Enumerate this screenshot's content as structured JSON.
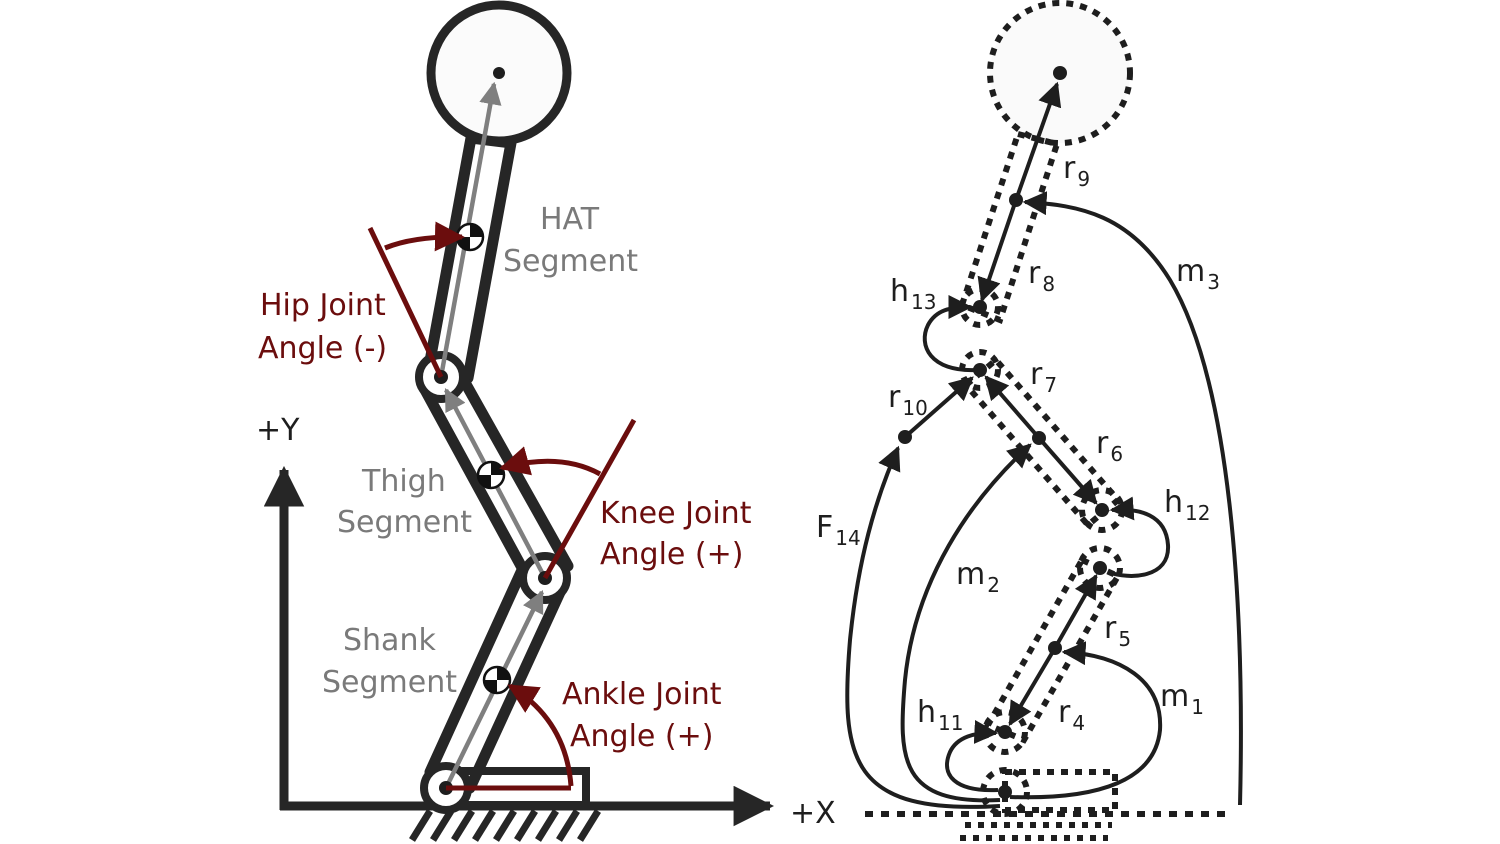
{
  "figure": {
    "left_panel": {
      "axes": {
        "y_label": "+Y",
        "x_label": "+X"
      },
      "segments": [
        {
          "id": "hat",
          "label_line1": "HAT",
          "label_line2": "Segment"
        },
        {
          "id": "thigh",
          "label_line1": "Thigh",
          "label_line2": "Segment"
        },
        {
          "id": "shank",
          "label_line1": "Shank",
          "label_line2": "Segment"
        }
      ],
      "angles": [
        {
          "id": "hip",
          "label_line1": "Hip Joint",
          "label_line2": "Angle (-)"
        },
        {
          "id": "knee",
          "label_line1": "Knee Joint",
          "label_line2": "Angle (+)"
        },
        {
          "id": "ankle",
          "label_line1": "Ankle Joint",
          "label_line2": "Angle (+)"
        }
      ]
    },
    "right_panel": {
      "labels": [
        {
          "id": "r9",
          "main": "r",
          "sub": "9"
        },
        {
          "id": "r8",
          "main": "r",
          "sub": "8"
        },
        {
          "id": "m3",
          "main": "m",
          "sub": "3"
        },
        {
          "id": "h13",
          "main": "h",
          "sub": "13"
        },
        {
          "id": "r7",
          "main": "r",
          "sub": "7"
        },
        {
          "id": "r10",
          "main": "r",
          "sub": "10"
        },
        {
          "id": "r6",
          "main": "r",
          "sub": "6"
        },
        {
          "id": "h12",
          "main": "h",
          "sub": "12"
        },
        {
          "id": "F14",
          "main": "F",
          "sub": "14"
        },
        {
          "id": "m2",
          "main": "m",
          "sub": "2"
        },
        {
          "id": "r5",
          "main": "r",
          "sub": "5"
        },
        {
          "id": "m1",
          "main": "m",
          "sub": "1"
        },
        {
          "id": "h11",
          "main": "h",
          "sub": "11"
        },
        {
          "id": "r4",
          "main": "r",
          "sub": "4"
        }
      ]
    }
  }
}
